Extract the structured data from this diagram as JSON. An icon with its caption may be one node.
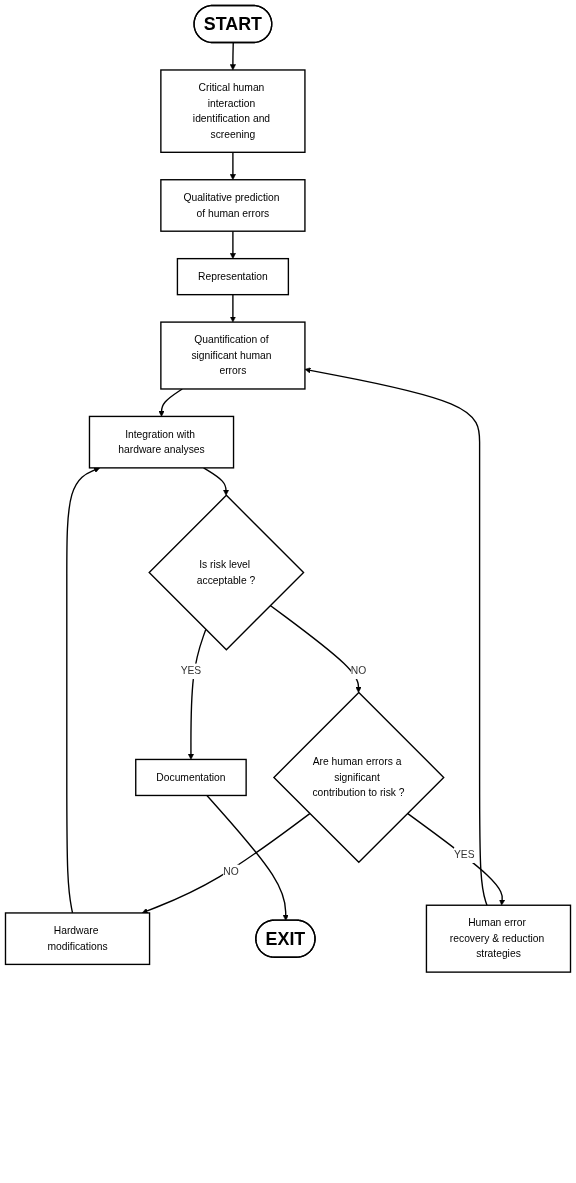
{
  "diagram": {
    "nodes": [
      {
        "text": [
          "START"
        ]
      },
      {
        "text": [
          "Critical human interaction identification and screening"
        ]
      },
      {
        "text": [
          "Qualitative prediction of human errors"
        ]
      },
      {
        "text": [
          "Representation"
        ]
      },
      {
        "text": [
          "Quantification of significant human errors"
        ]
      },
      {
        "text": [
          "Human error recovery & reduction strategies"
        ]
      },
      {
        "text": [
          "Integration with hardware analyses"
        ]
      },
      {
        "text": [
          "Hardware modifications"
        ]
      },
      {
        "text": [
          "Is risk level acceptable ?"
        ]
      },
      {
        "text": [
          "Are human errors a significant contribution to risk ?"
        ]
      },
      {
        "text": [
          "Documentation"
        ]
      },
      {
        "text": [
          "EXIT"
        ]
      }
    ],
    "edges": [
      {
        "from": 0,
        "to": 1,
        "arrow": "to"
      },
      {
        "from": 1,
        "to": 2,
        "arrow": "to"
      },
      {
        "from": 2,
        "to": 3,
        "arrow": "to"
      },
      {
        "from": 3,
        "to": 4,
        "arrow": "to"
      },
      {
        "from": 5,
        "to": 4,
        "arrow": "to"
      },
      {
        "from": 4,
        "to": 6,
        "arrow": "to"
      },
      {
        "from": 7,
        "to": 6,
        "arrow": "to"
      },
      {
        "from": 6,
        "to": 8,
        "arrow": "to"
      },
      {
        "from": 8,
        "to": 9,
        "label": "NO",
        "arrow": "to"
      },
      {
        "from": 9,
        "to": 7,
        "label": "NO",
        "arrow": "to"
      },
      {
        "from": 9,
        "to": 5,
        "label": "YES",
        "arrow": "to"
      },
      {
        "from": 8,
        "to": 10,
        "label": "YES",
        "arrow": "to"
      },
      {
        "from": 10,
        "to": 11,
        "arrow": "to"
      }
    ]
  }
}
